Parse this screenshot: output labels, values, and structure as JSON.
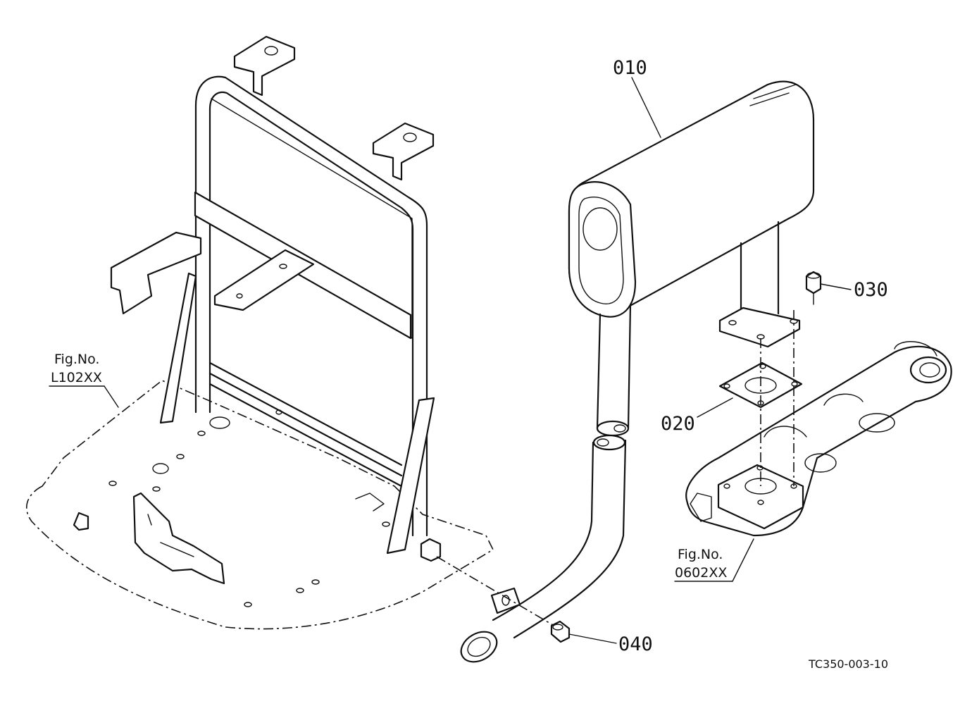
{
  "parts": [
    {
      "number": "010"
    },
    {
      "number": "020"
    },
    {
      "number": "030"
    },
    {
      "number": "040"
    }
  ],
  "figure_refs": [
    {
      "prefix": "Fig.No.",
      "code": "L102XX"
    },
    {
      "prefix": "Fig.No.",
      "code": "0602XX"
    }
  ],
  "drawing_code": "TC350-003-10"
}
